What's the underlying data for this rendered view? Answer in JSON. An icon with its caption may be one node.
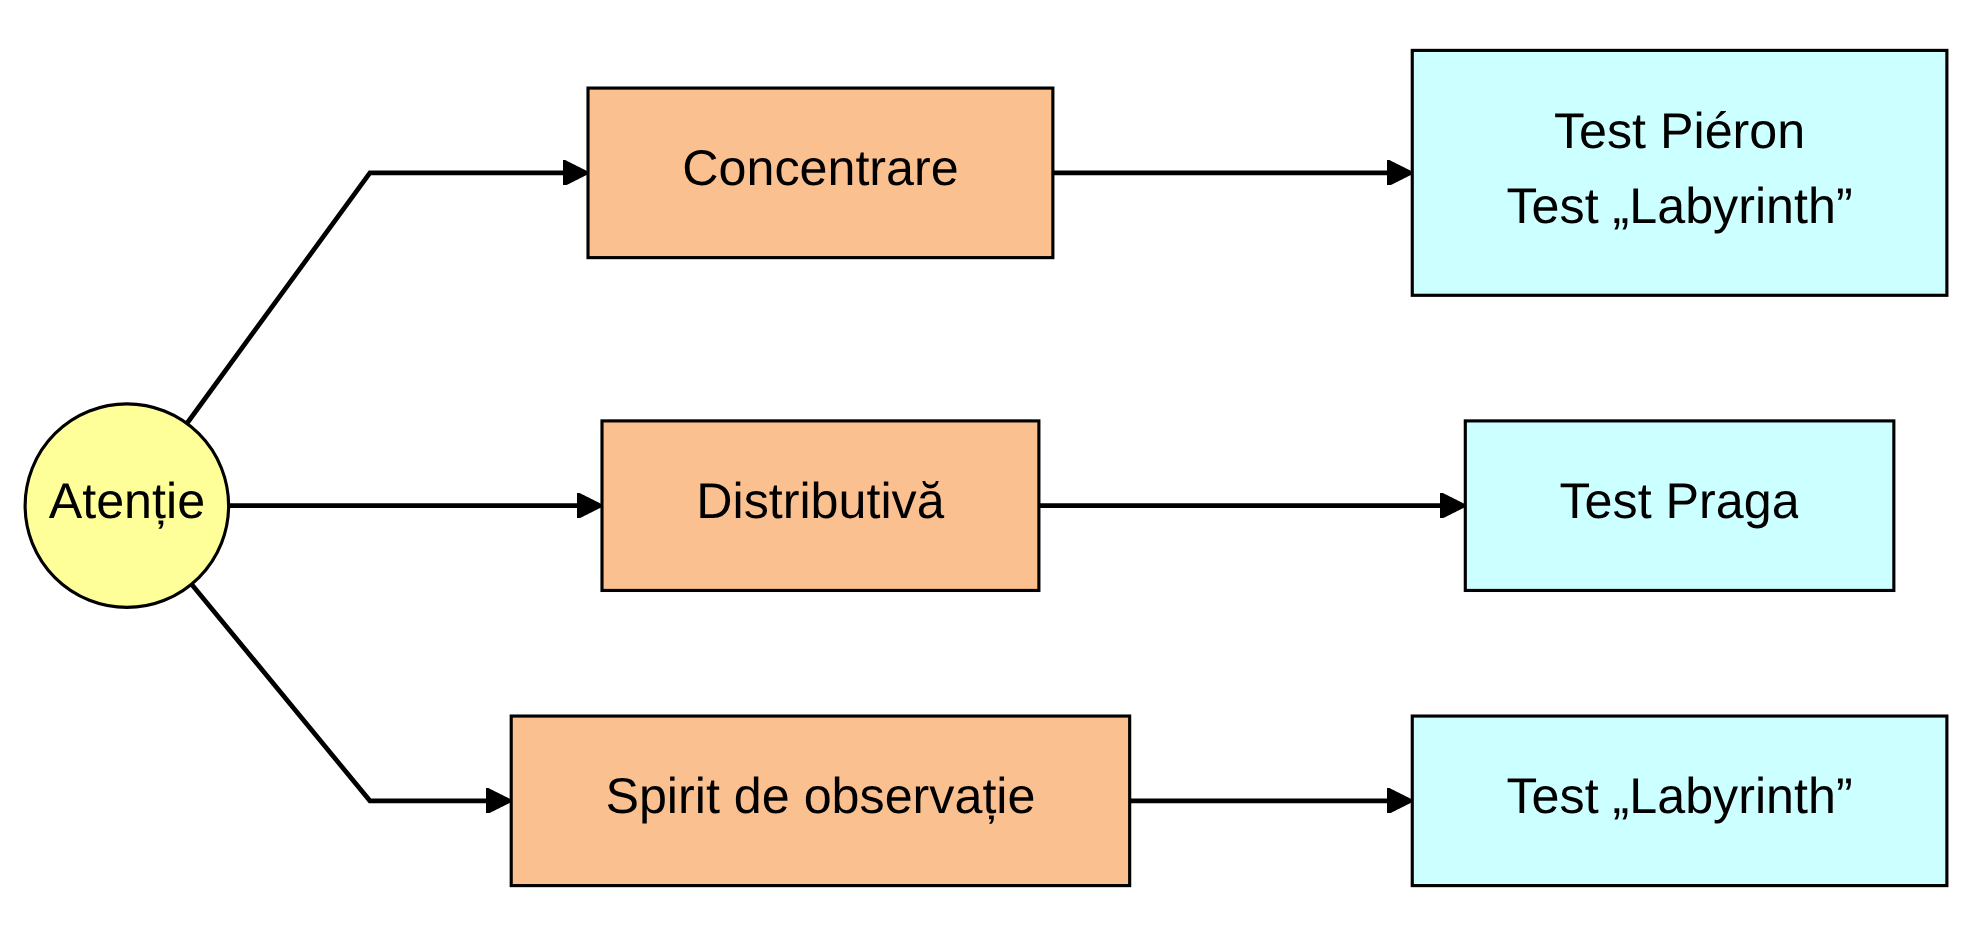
{
  "diagram": {
    "nodes": [
      {
        "text": [
          "Atenție"
        ]
      },
      {
        "text": [
          "Concentrare"
        ]
      },
      {
        "text": [
          "Distributivă"
        ]
      },
      {
        "text": [
          "Spirit de observație"
        ]
      },
      {
        "text": [
          "Test Piéron",
          "Test „Labyrinth”"
        ]
      },
      {
        "text": [
          "Test Praga"
        ]
      },
      {
        "text": [
          "Test „Labyrinth”"
        ]
      }
    ],
    "edges": [
      {
        "from": 0,
        "to": 1,
        "arrow": "to"
      },
      {
        "from": 0,
        "to": 2,
        "arrow": "to"
      },
      {
        "from": 0,
        "to": 3,
        "arrow": "to"
      },
      {
        "from": 1,
        "to": 4,
        "arrow": "to"
      },
      {
        "from": 2,
        "to": 5,
        "arrow": "to"
      },
      {
        "from": 3,
        "to": 6,
        "arrow": "to"
      }
    ]
  }
}
